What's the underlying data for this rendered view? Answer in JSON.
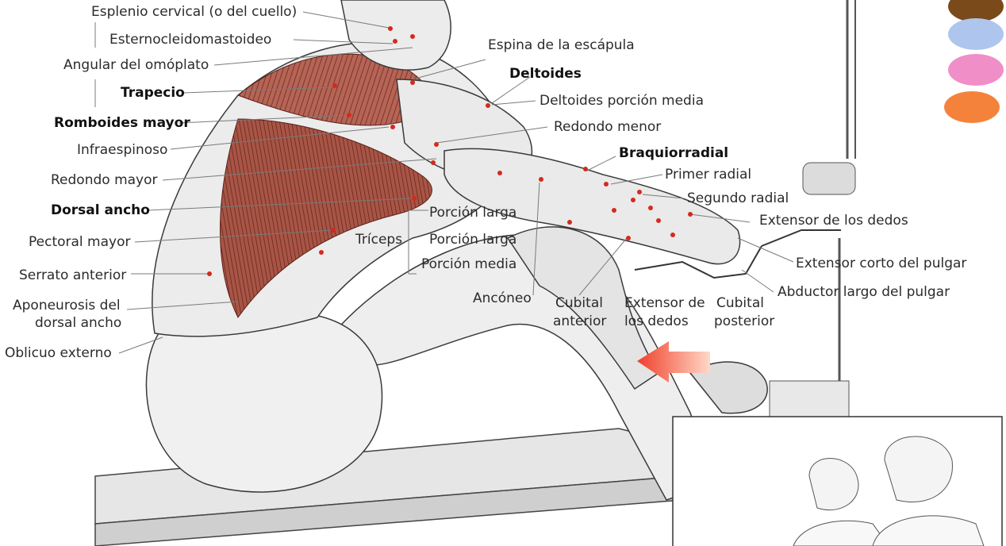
{
  "labels": {
    "esplenio": "Esplenio cervical (o del cuello)",
    "esterno": "Esternocleidomastoideo",
    "angular": "Angular del omóplato",
    "trapecio": "Trapecio",
    "romboides": "Romboides mayor",
    "infraespinoso": "Infraespinoso",
    "redondo_mayor": "Redondo mayor",
    "dorsal": "Dorsal ancho",
    "pectoral": "Pectoral mayor",
    "serrato": "Serrato anterior",
    "aponeurosis_1": "Aponeurosis del",
    "aponeurosis_2": "dorsal ancho",
    "oblicuo": "Oblicuo externo",
    "espina": "Espina de la escápula",
    "deltoides": "Deltoides",
    "deltoides_media": "Deltoides porción media",
    "redondo_menor": "Redondo menor",
    "braquiorradial": "Braquiorradial",
    "primer_radial": "Primer radial",
    "segundo_radial": "Segundo radial",
    "extensor_dedos": "Extensor de los dedos",
    "porcion_larga_1": "Porción larga",
    "porcion_larga_2": "Porción larga",
    "triceps": "Tríceps",
    "porcion_media": "Porción media",
    "extensor_corto": "Extensor corto del pulgar",
    "abductor": "Abductor largo del pulgar",
    "anconeo": "Ancóneo",
    "cubital_ant_1": "Cubital",
    "cubital_ant_2": "anterior",
    "ext_dedos2_1": "Extensor de",
    "ext_dedos2_2": "los dedos",
    "cubital_post_1": "Cubital",
    "cubital_post_2": "posterior"
  },
  "colors": {
    "muscle": "#a24a3c",
    "dot": "#d42a1e",
    "skin_line": "#3a3a3a",
    "arrow": "#f0402a",
    "swatch_1": "#7a4a1a",
    "swatch_2": "#aec6ee",
    "swatch_3": "#f08ec8",
    "swatch_4": "#f5823a"
  }
}
